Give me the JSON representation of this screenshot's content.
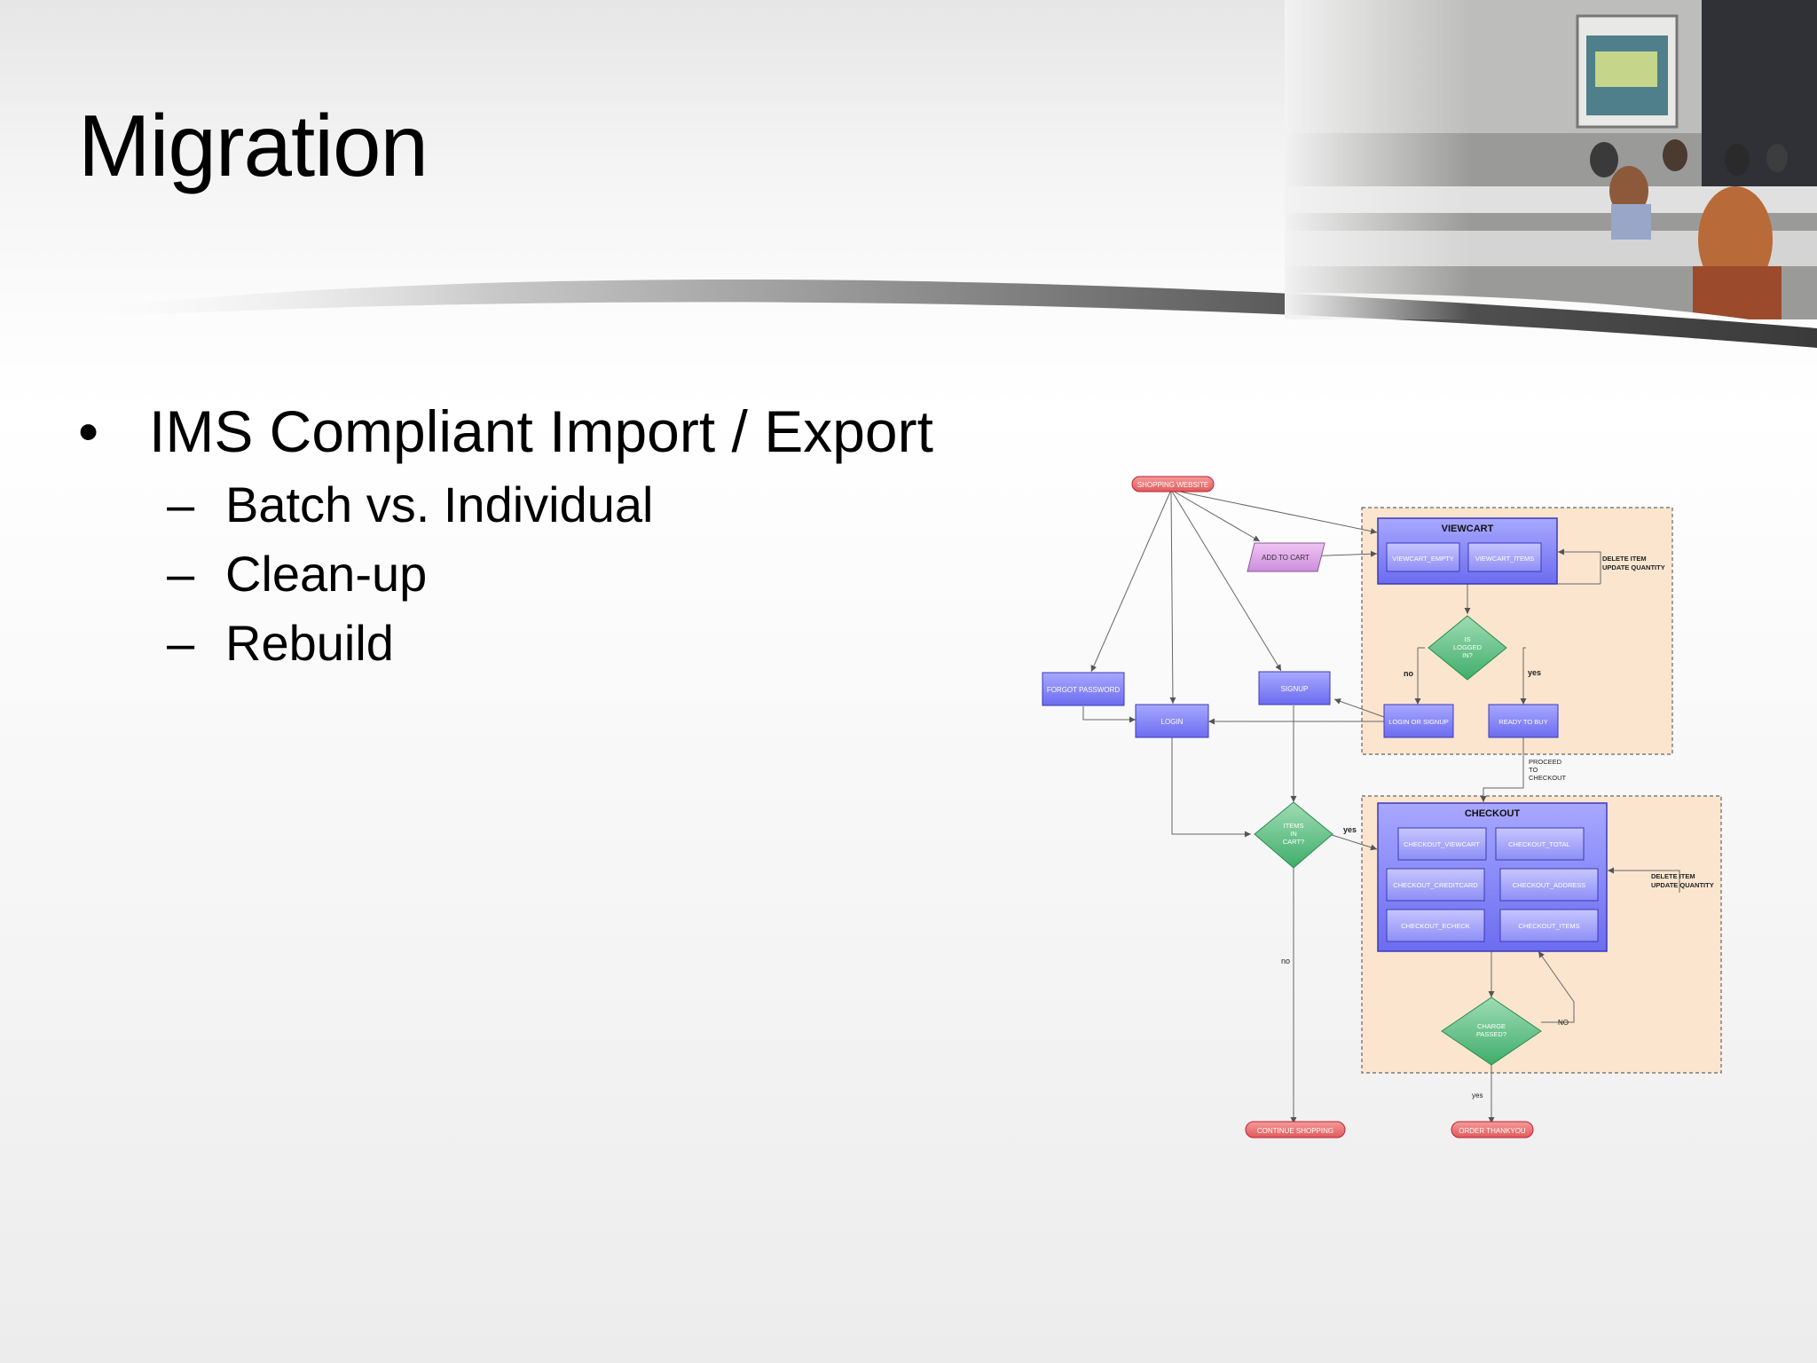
{
  "slide": {
    "title": "Migration",
    "bullets": [
      {
        "text": "IMS Compliant Import / Export",
        "sub": [
          "Batch vs. Individual",
          "Clean-up",
          "Rebuild"
        ]
      }
    ]
  },
  "flowchart": {
    "shopping_website": "SHOPPING WEBSITE",
    "add_to_cart": "ADD TO CART",
    "viewcart_title": "VIEWCART",
    "viewcart_empty": "VIEWCART_EMPTY",
    "viewcart_items": "VIEWCART_ITEMS",
    "delete_item": "DELETE ITEM",
    "update_quantity": "UPDATE QUANTITY",
    "is_logged_in": [
      "IS",
      "LOGGED",
      "IN?"
    ],
    "no": "no",
    "yes": "yes",
    "forgot_password": "FORGOT PASSWORD",
    "signup": "SIGNUP",
    "login": "LOGIN",
    "login_or_signup": "LOGIN OR SIGNUP",
    "ready_to_buy": "READY TO BUY",
    "proceed_to_checkout": [
      "PROCEED",
      "TO",
      "CHECKOUT"
    ],
    "items_in_cart": [
      "ITEMS",
      "IN",
      "CART?"
    ],
    "checkout_title": "CHECKOUT",
    "checkout_viewcart": "CHECKOUT_VIEWCART",
    "checkout_total": "CHECKOUT_TOTAL",
    "checkout_creditcard": "CHECKOUT_CREDITCARD",
    "checkout_address": "CHECKOUT_ADDRESS",
    "checkout_echeck": "CHECKOUT_ECHECK",
    "checkout_items": "CHECKOUT_ITEMS",
    "charge_passed": [
      "CHARGE",
      "PASSED?"
    ],
    "no_upper": "NO",
    "continue_shopping": "CONTINUE SHOPPING",
    "order_thankyou": "ORDER THANKYOU"
  }
}
